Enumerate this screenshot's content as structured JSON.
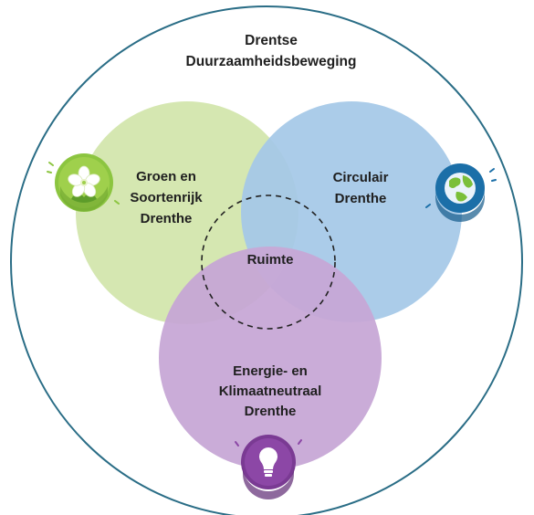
{
  "title": {
    "line1": "Drentse",
    "line2": "Duurzaamheidsbeweging"
  },
  "circles": {
    "groen": {
      "line1": "Groen en",
      "line2": "Soortenrijk",
      "line3": "Drenthe",
      "color": "#cfe3a6",
      "icon": "flower-icon"
    },
    "circulair": {
      "line1": "Circulair",
      "line2": "Drenthe",
      "color": "#9ec4e6",
      "icon": "globe-icon"
    },
    "energie": {
      "line1": "Energie- en",
      "line2": "Klimaatneutraal",
      "line3": "Drenthe",
      "color": "#c9a6d6",
      "icon": "lightbulb-icon"
    }
  },
  "center": {
    "label": "Ruimte"
  },
  "outer_border_color": "#2a6d86"
}
